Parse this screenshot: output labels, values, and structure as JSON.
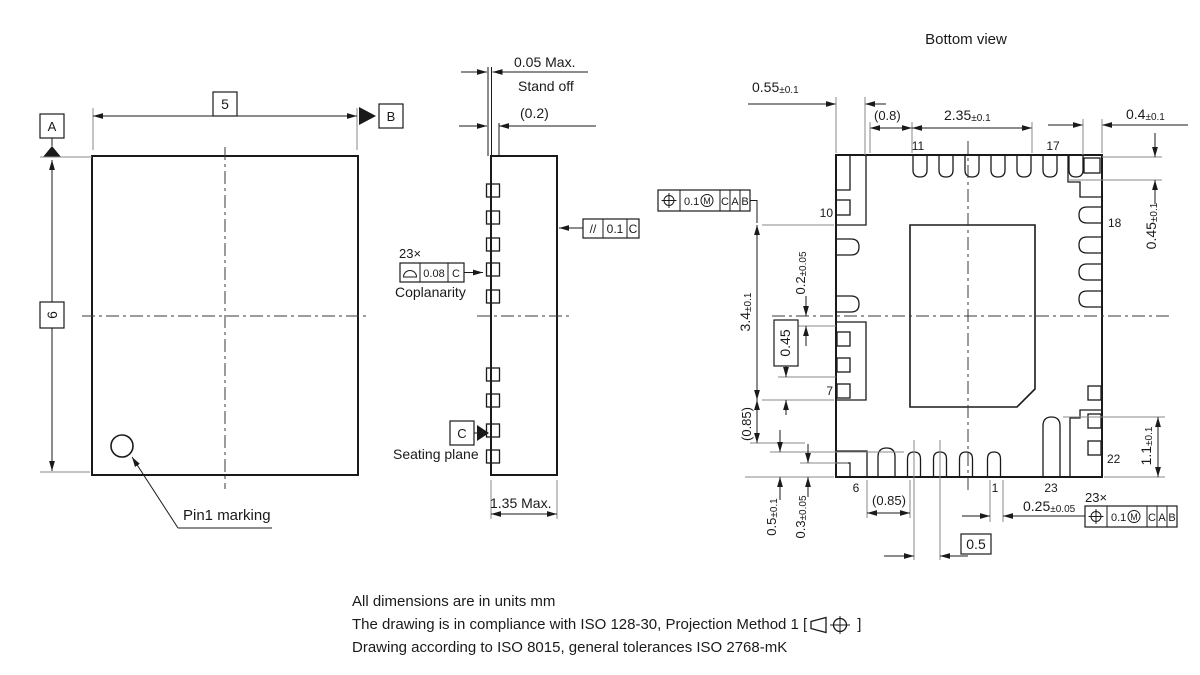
{
  "top_view": {
    "width_dim": "5",
    "height_dim": "6",
    "datum_a": "A",
    "datum_b": "B",
    "pin1_label": "Pin1 marking"
  },
  "side_view": {
    "standoff": "0.05 Max.",
    "standoff_label": "Stand off",
    "lead_thickness": "(0.2)",
    "lead_count": "23×",
    "coplanarity": {
      "tol": "0.08",
      "datum": "C",
      "label": "Coplanarity"
    },
    "parallelism": {
      "symbol": "//",
      "tol": "0.1",
      "datum": "C"
    },
    "datum_c": "C",
    "seating_plane_label": "Seating plane",
    "max_height": "1.35 Max."
  },
  "bottom_view": {
    "title": "Bottom view",
    "dims": {
      "d055": {
        "v": "0.55",
        "t": "±0.1"
      },
      "d08": "(0.8)",
      "d235": {
        "v": "2.35",
        "t": "±0.1"
      },
      "d04": {
        "v": "0.4",
        "t": "±0.1"
      },
      "d045r": {
        "v": "0.45",
        "t": "±0.1"
      },
      "d11": {
        "v": "1.1",
        "t": "±0.1"
      },
      "d34": {
        "v": "3.4",
        "t": "±0.1"
      },
      "d02": {
        "v": "0.2",
        "t": "±0.05"
      },
      "d045box": "0.45",
      "d085l": "(0.85)",
      "d05l": {
        "v": "0.5",
        "t": "±0.1"
      },
      "d03": {
        "v": "0.3",
        "t": "±0.05"
      },
      "d085b": "(0.85)",
      "d05box": "0.5",
      "d025": {
        "v": "0.25",
        "t": "±0.05"
      },
      "count": "23×"
    },
    "pins": {
      "p1": "1",
      "p6": "6",
      "p7": "7",
      "p10": "10",
      "p11": "11",
      "p17": "17",
      "p18": "18",
      "p22": "22",
      "p23": "23"
    },
    "fcf": {
      "tol": "0.1",
      "modifier": "M",
      "d1": "C",
      "d2": "A",
      "d3": "B"
    }
  },
  "notes": {
    "line1": "All dimensions are in units mm",
    "line2_prefix": "The drawing is in compliance with ISO 128-30, Projection Method 1 [",
    "line2_suffix": "]",
    "line3": "Drawing according to ISO 8015, general tolerances ISO 2768-mK"
  },
  "colors": {
    "line": "#1a1a1a",
    "extension": "#8a8a8a",
    "background": "#ffffff"
  }
}
